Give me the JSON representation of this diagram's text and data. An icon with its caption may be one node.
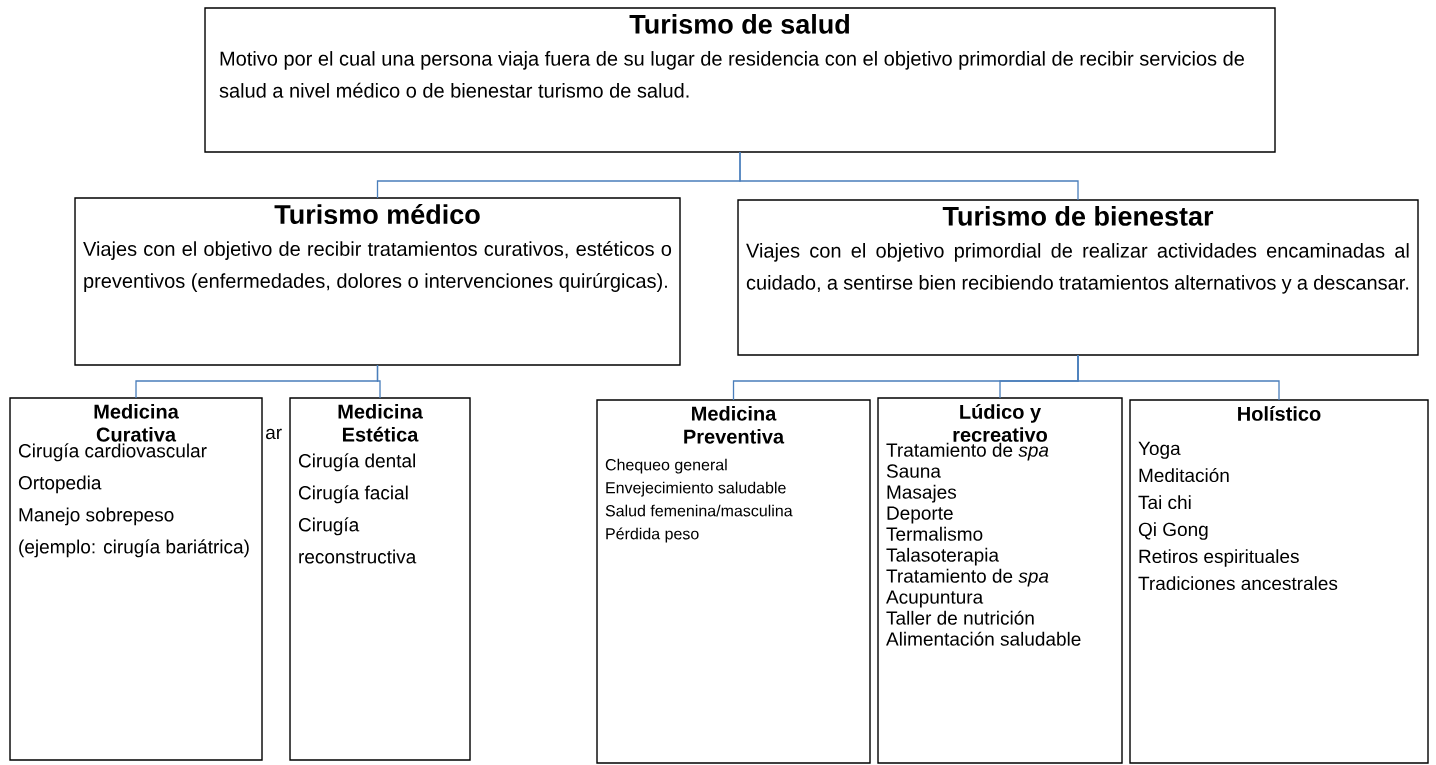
{
  "diagram": {
    "nodes": [
      {
        "text": [
          "Turismo de salud",
          "Motivo por el cual una persona viaja fuera de su lugar de residencia con el objetivo primordial de recibir servicios de salud a nivel médico o de bienestar turismo de salud."
        ]
      },
      {
        "text": [
          "Turismo médico",
          "Viajes con el objetivo de recibir tratamientos curativos, estéticos o preventivos (enfermedades, dolores o intervenciones quirúrgicas)."
        ]
      },
      {
        "text": [
          "Turismo de bienestar",
          "Viajes con el objetivo primordial de realizar actividades encaminadas al cuidado, a sentirse bien recibiendo tratamientos alternativos y a descansar."
        ]
      },
      {
        "text": [
          "Medicina Curativa",
          "Cirugía cardiovascular",
          "Ortopedia",
          "Manejo sobrepeso (ejemplo: cirugía bariátrica)"
        ]
      },
      {
        "text": [
          "Medicina Estética",
          "Cirugía dental",
          "Cirugía facial",
          "Cirugía reconstructiva"
        ]
      },
      {
        "text": [
          "Medicina Preventiva",
          "Chequeo general",
          "Envejecimiento saludable",
          "Salud femenina/masculina",
          "Pérdida peso"
        ]
      },
      {
        "text": [
          "Lúdico y recreativo",
          "Tratamiento de *spa*",
          "Sauna",
          "Masajes",
          "Deporte",
          "Termalismo",
          "Talasoterapia",
          "Tratamiento de *spa*",
          "Acupuntura",
          "Taller de nutrición",
          "Alimentación saludable"
        ]
      },
      {
        "text": [
          "Holístico",
          "Yoga",
          "Meditación",
          "Tai chi",
          "Qi Gong",
          "Retiros espirituales",
          "Tradiciones ancestrales"
        ]
      }
    ],
    "edges": [
      {
        "from": 0,
        "to": 1,
        "arrow": "none"
      },
      {
        "from": 0,
        "to": 2,
        "arrow": "none"
      },
      {
        "from": 1,
        "to": 3,
        "arrow": "none"
      },
      {
        "from": 1,
        "to": 4,
        "arrow": "none"
      },
      {
        "from": 2,
        "to": 5,
        "arrow": "none"
      },
      {
        "from": 2,
        "to": 6,
        "arrow": "none"
      },
      {
        "from": 2,
        "to": 7,
        "arrow": "none"
      }
    ],
    "labels": [
      "ar"
    ]
  }
}
